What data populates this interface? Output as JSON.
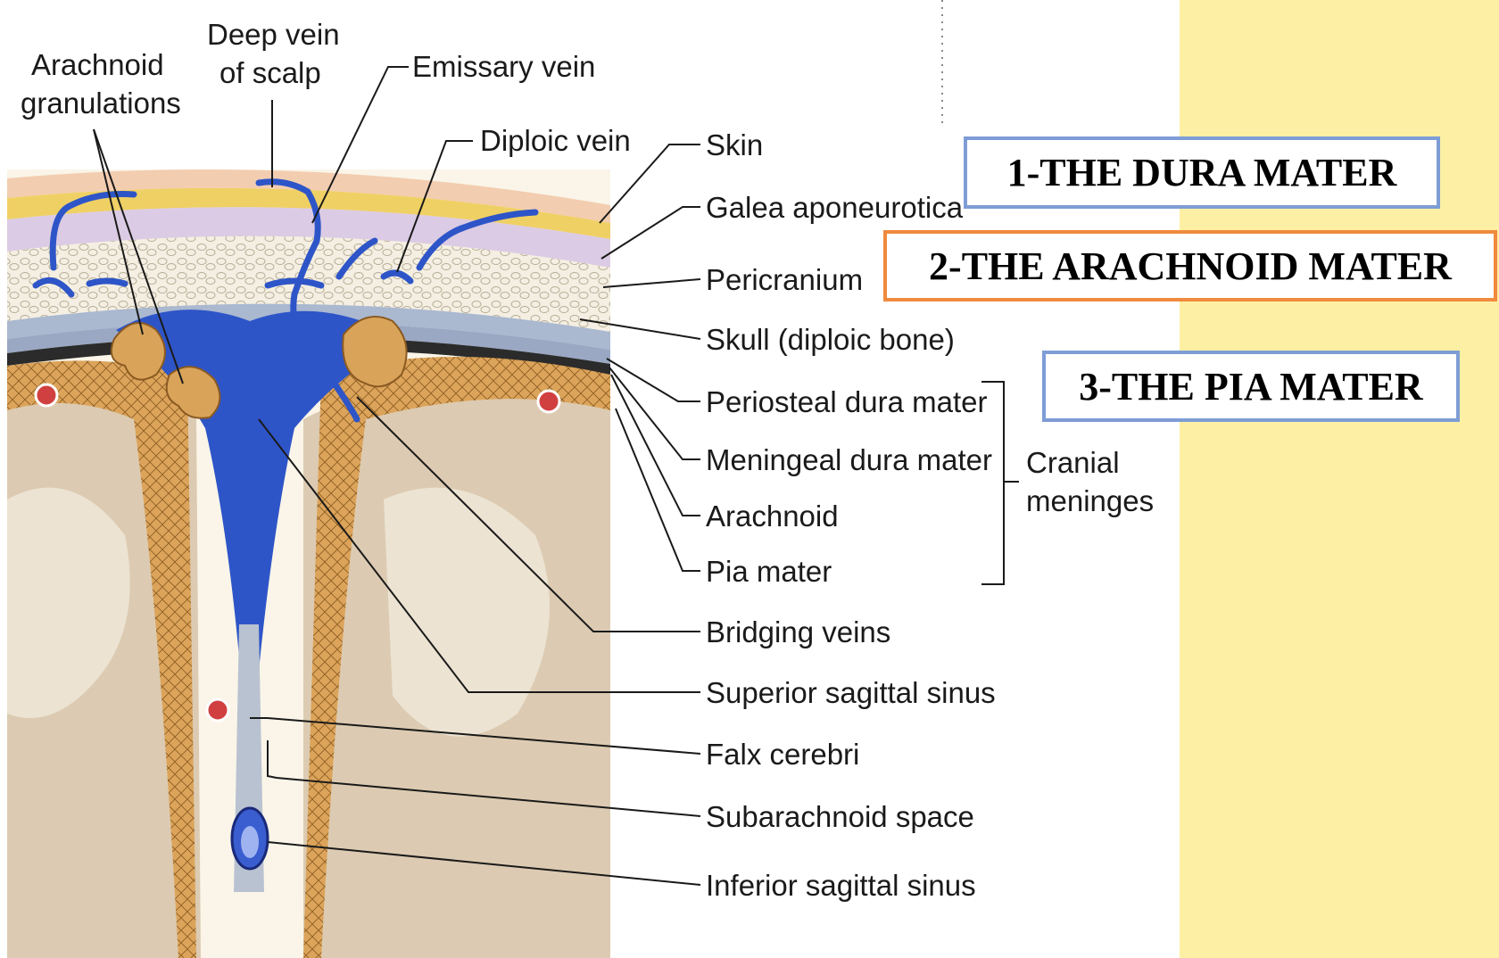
{
  "labels": {
    "arachnoid_granulations_1": "Arachnoid",
    "arachnoid_granulations_2": "granulations",
    "deep_vein_1": "Deep vein",
    "deep_vein_2": "of scalp",
    "emissary_vein": "Emissary vein",
    "diploic_vein": "Diploic vein",
    "skin": "Skin",
    "galea": "Galea aponeurotica",
    "pericranium": "Pericranium",
    "skull": "Skull (diploic bone)",
    "periosteal": "Periosteal dura mater",
    "meningeal": "Meningeal dura mater",
    "arachnoid": "Arachnoid",
    "pia": "Pia mater",
    "bridging": "Bridging veins",
    "superior_sinus": "Superior sagittal sinus",
    "falx": "Falx cerebri",
    "subarachnoid": "Subarachnoid space",
    "inferior_sinus": "Inferior sagittal sinus",
    "cranial_1": "Cranial",
    "cranial_2": "meninges"
  },
  "boxes": {
    "dura": "1-THE DURA MATER",
    "arachnoid": "2-THE ARACHNOID MATER",
    "pia": "3-THE PIA MATER"
  },
  "colors": {
    "background": "#fdf0a4",
    "vein_blue": "#2e55c8",
    "dura_orange": "#d9a45a",
    "brain_tan": "#d8c8b0",
    "dura_box_border": "#7e9dd6",
    "arachnoid_box_border": "#f08a3e",
    "pia_box_border": "#7e9dd6"
  }
}
